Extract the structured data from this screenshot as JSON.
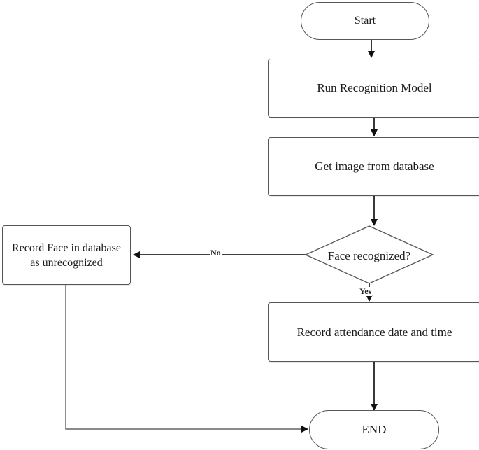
{
  "nodes": {
    "start": "Start",
    "run_model": "Run Recognition Model",
    "get_image": "Get image from database",
    "decision": "Face recognized?",
    "record_unrecognized": "Record Face in database as unrecognized",
    "record_attendance": "Record attendance date and time",
    "end": "END"
  },
  "edges": {
    "no_label": "No",
    "yes_label": "Yes"
  }
}
